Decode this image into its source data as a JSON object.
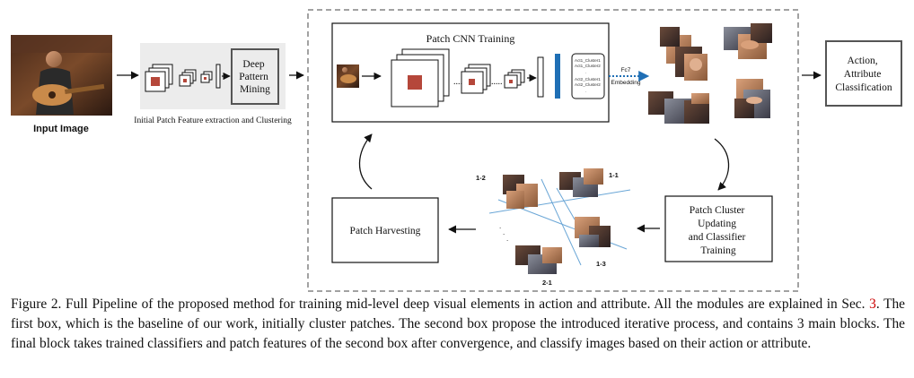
{
  "input": {
    "label": "Input Image"
  },
  "stage1": {
    "box_label_lines": [
      "Deep",
      "Pattern",
      "Mining"
    ],
    "caption": "Initial Patch Feature extraction and Clustering"
  },
  "stage2": {
    "cnn_title": "Patch CNN Training",
    "fc7_label": "Fc7",
    "embedding_label": "Embedding",
    "cluster_list_top": [
      "Act1_Cluster1",
      "Act1_Cluster2"
    ],
    "cluster_list_bottom": [
      "Act2_Cluster1",
      "Act2_Cluster2"
    ],
    "cluster_update_lines": [
      "Patch Cluster",
      "Updating",
      "and Classifier",
      "Training"
    ],
    "harvest_label": "Patch Harvesting",
    "region_labels": {
      "r11": "1-1",
      "r12": "1-2",
      "r13": "1-3",
      "r21": "2-1"
    }
  },
  "stage3": {
    "label_lines": [
      "Action,",
      "Attribute",
      "Classification"
    ]
  },
  "caption": {
    "pre_ref": "Figure 2. Full Pipeline of the proposed method for training mid-level deep visual elements in action and attribute. All the modules are explained in Sec. ",
    "ref": "3",
    "post_ref": ". The first box, which is the baseline of our work, initially cluster patches. The second box propose the introduced iterative process, and contains 3 main blocks. The final block takes trained classifiers and patch features of the second box after convergence, and classify images based on their action or attribute."
  },
  "colors": {
    "accent_blue": "#1f6fb5",
    "patch_red": "#b5473a",
    "panel_gray": "#ececec"
  }
}
